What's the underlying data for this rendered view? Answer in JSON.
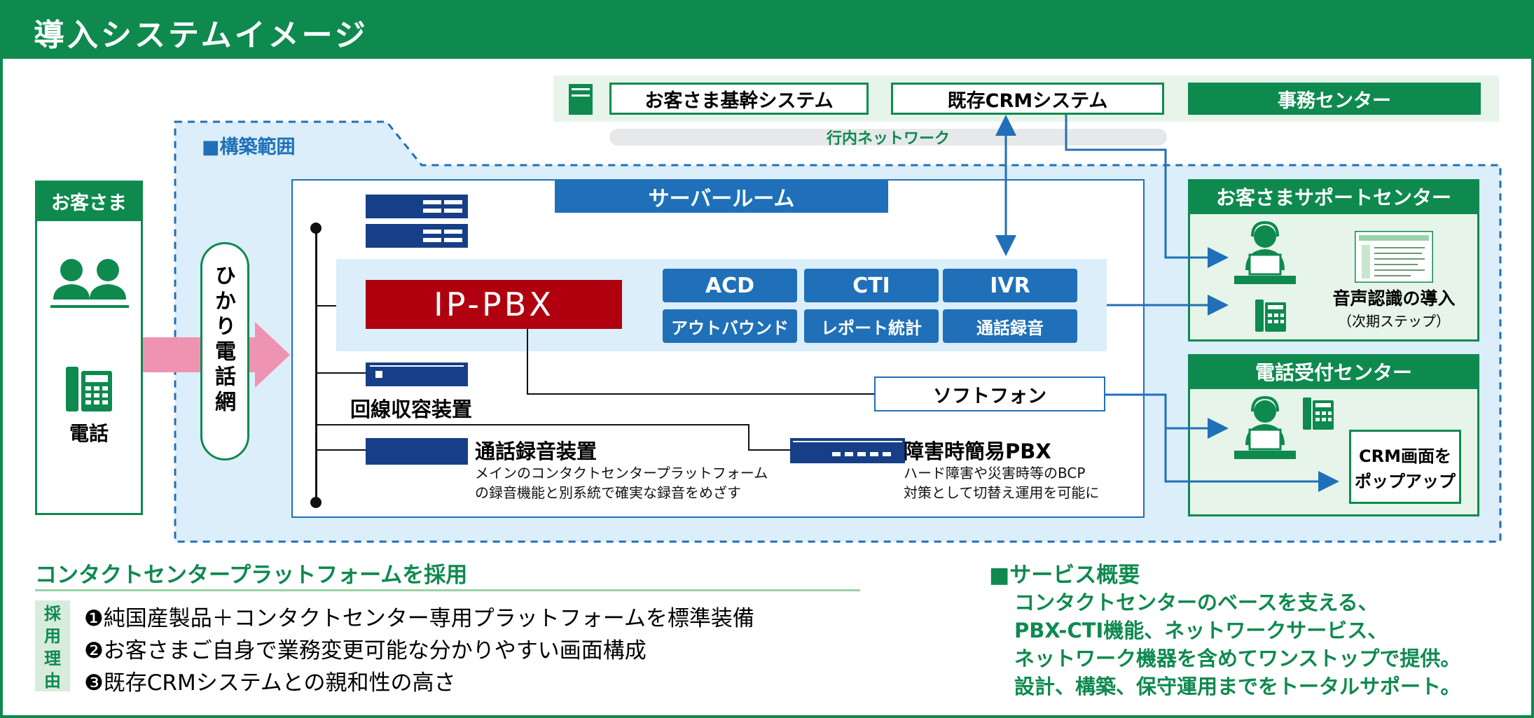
{
  "header": {
    "title": "導入システムイメージ"
  },
  "network": {
    "systems": [
      "お客さま基幹システム",
      "既存CRMシステム",
      "事務センター"
    ],
    "label": "行内ネットワーク"
  },
  "scope": {
    "label": "■構築範囲"
  },
  "customer": {
    "title": "お客さま",
    "phone": "電話"
  },
  "hikari": {
    "label": "ひかり電話網"
  },
  "server_room": {
    "title": "サーバールーム",
    "ippbx": "IP-PBX",
    "functions": [
      "ACD",
      "CTI",
      "IVR",
      "アウトバウンド",
      "レポート統計",
      "通話録音"
    ],
    "line_device": "回線収容装置",
    "softphone": "ソフトフォン",
    "recorder": {
      "title": "通話録音装置",
      "desc1": "メインのコンタクトセンタープラットフォーム",
      "desc2": "の録音機能と別系統で確実な録音をめざす"
    },
    "backup_pbx": {
      "title": "障害時簡易PBX",
      "desc1": "ハード障害や災害時等のBCP",
      "desc2": "対策として切替え運用を可能に"
    }
  },
  "support_center": {
    "title": "お客さまサポートセンター",
    "voice": "音声認識の導入",
    "voice_note": "（次期ステップ）"
  },
  "phone_center": {
    "title": "電話受付センター",
    "crm_popup_1": "CRM画面を",
    "crm_popup_2": "ポップアップ"
  },
  "platform": {
    "title": "コンタクトセンタープラットフォームを採用",
    "reason_label": [
      "採",
      "用",
      "理",
      "由"
    ],
    "reasons": [
      "❶純国産製品＋コンタクトセンター専用プラットフォームを標準装備",
      "❷お客さまご自身で業務変更可能な分かりやすい画面構成",
      "❸既存CRMシステムとの親和性の高さ"
    ]
  },
  "service": {
    "title": "■サービス概要",
    "lines": [
      "コンタクトセンターのベースを支える、",
      "PBX-CTI機能、ネットワークサービス、",
      "ネットワーク機器を含めてワンストップで提供。",
      "設計、構築、保守運用までをトータルサポート。"
    ]
  },
  "colors": {
    "green": "#0e8a4f",
    "blue": "#1f70b8",
    "navy": "#163f87",
    "red": "#b00010",
    "pink": "#ef93b3",
    "light_blue": "#dbeef9",
    "light_green": "#e7f4ea"
  }
}
